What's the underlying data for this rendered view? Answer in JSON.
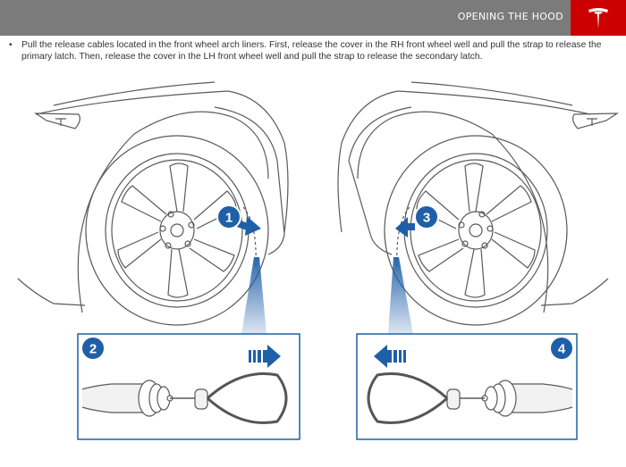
{
  "header": {
    "title": "OPENING THE HOOD"
  },
  "instruction": {
    "bullet": "•",
    "text": "Pull the release cables located in the front wheel arch liners. First, release the cover in the RH front wheel well and pull the strap to release the primary latch. Then, release the cover in the LH front wheel well and pull the strap to release the secondary latch."
  },
  "callouts": [
    "1",
    "2",
    "3",
    "4"
  ],
  "colors": {
    "header_bg": "#7b7b7b",
    "logo_bg": "#cc0000",
    "callout": "#1f5fa8",
    "line": "#5a5a5a"
  },
  "icons": [
    "tesla-logo-icon",
    "arrow-right-icon",
    "arrow-left-icon"
  ]
}
